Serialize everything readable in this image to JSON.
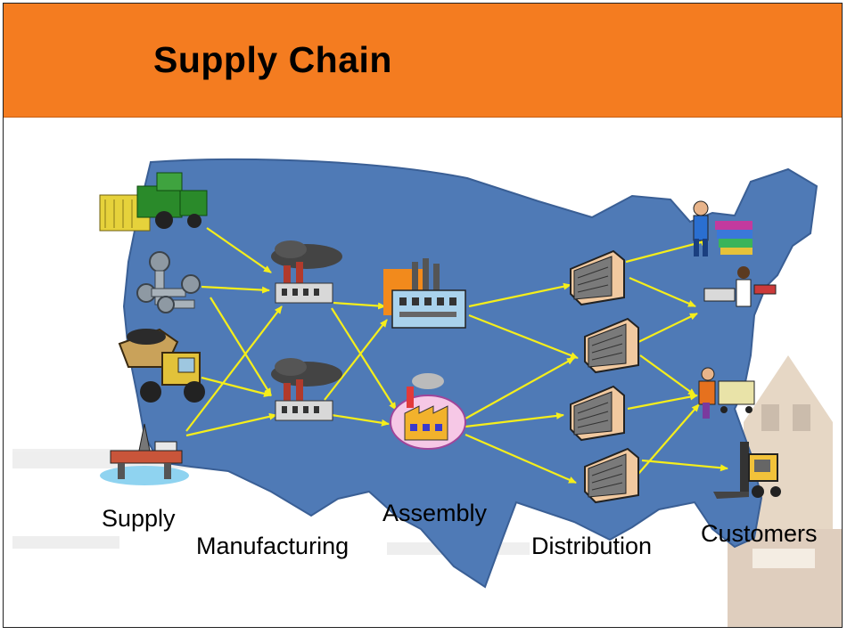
{
  "slide": {
    "title": "Supply Chain"
  },
  "stages": {
    "supply": "Supply",
    "manufacturing": "Manufacturing",
    "assembly": "Assembly",
    "distribution": "Distribution",
    "customers": "Customers"
  },
  "colors": {
    "title_bar": "#f47c20",
    "map_fill": "#4f7ab6",
    "arrow": "#f5ee1b"
  },
  "icons": [
    "combine-harvester-icon",
    "bolts-icon",
    "mining-loader-icon",
    "oil-rig-icon",
    "smoking-factory-icon",
    "power-plant-icon",
    "colorful-factory-icon",
    "warehouse-icon",
    "shopper-icon",
    "lab-worker-icon",
    "cart-shopper-icon",
    "forklift-icon"
  ]
}
